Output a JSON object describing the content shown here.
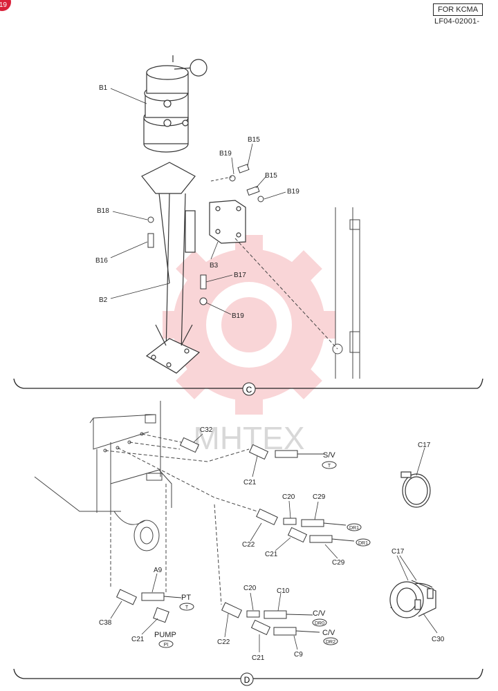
{
  "header": {
    "variant": "FOR KCMA",
    "code": "LF04-02001-",
    "badge": "19"
  },
  "watermark": {
    "text": "MHTEX",
    "color": "#f0a0a0"
  },
  "sections": {
    "c": "C",
    "d": "D"
  },
  "labels_c": [
    "B1",
    "B15",
    "B19",
    "B15",
    "B19",
    "B18",
    "B16",
    "B3",
    "B17",
    "B2",
    "B19"
  ],
  "labels_d": [
    "C32",
    "S/V",
    "C21",
    "C17",
    "C20",
    "C29",
    "C22",
    "C21",
    "C29",
    "A9",
    "PT",
    "C38",
    "C21",
    "PUMP",
    "C20",
    "C10",
    "C/V",
    "C22",
    "C21",
    "C9",
    "C/V",
    "C17",
    "C30"
  ],
  "ports": [
    "T",
    "DR1",
    "DR1",
    "T",
    "PI",
    "DR0",
    "DR2"
  ]
}
